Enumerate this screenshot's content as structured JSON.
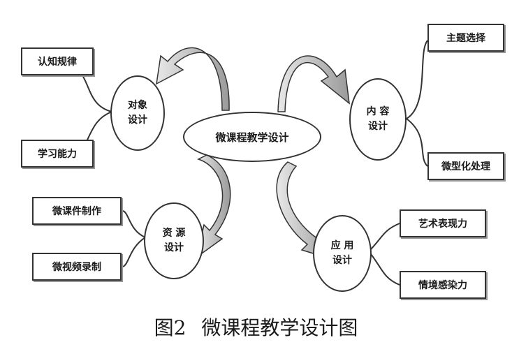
{
  "center": {
    "label": "微课程教学设计"
  },
  "nodes": {
    "object": {
      "line1": "对象",
      "line2": "设计"
    },
    "content": {
      "line1": "内 容",
      "line2": "设计"
    },
    "resource": {
      "line1": "资 源",
      "line2": "设计"
    },
    "application": {
      "line1": "应 用",
      "line2": "设计"
    }
  },
  "leaves": {
    "cognition": "认知规律",
    "learning_ability": "学习能力",
    "topic_selection": "主题选择",
    "micro_processing": "微型化处理",
    "courseware_making": "微课件制作",
    "video_recording": "微视频录制",
    "artistic_expression": "艺术表现力",
    "emotional_appeal": "情境感染力"
  },
  "caption": {
    "figure_no": "图2",
    "title": "微课程教学设计图"
  }
}
